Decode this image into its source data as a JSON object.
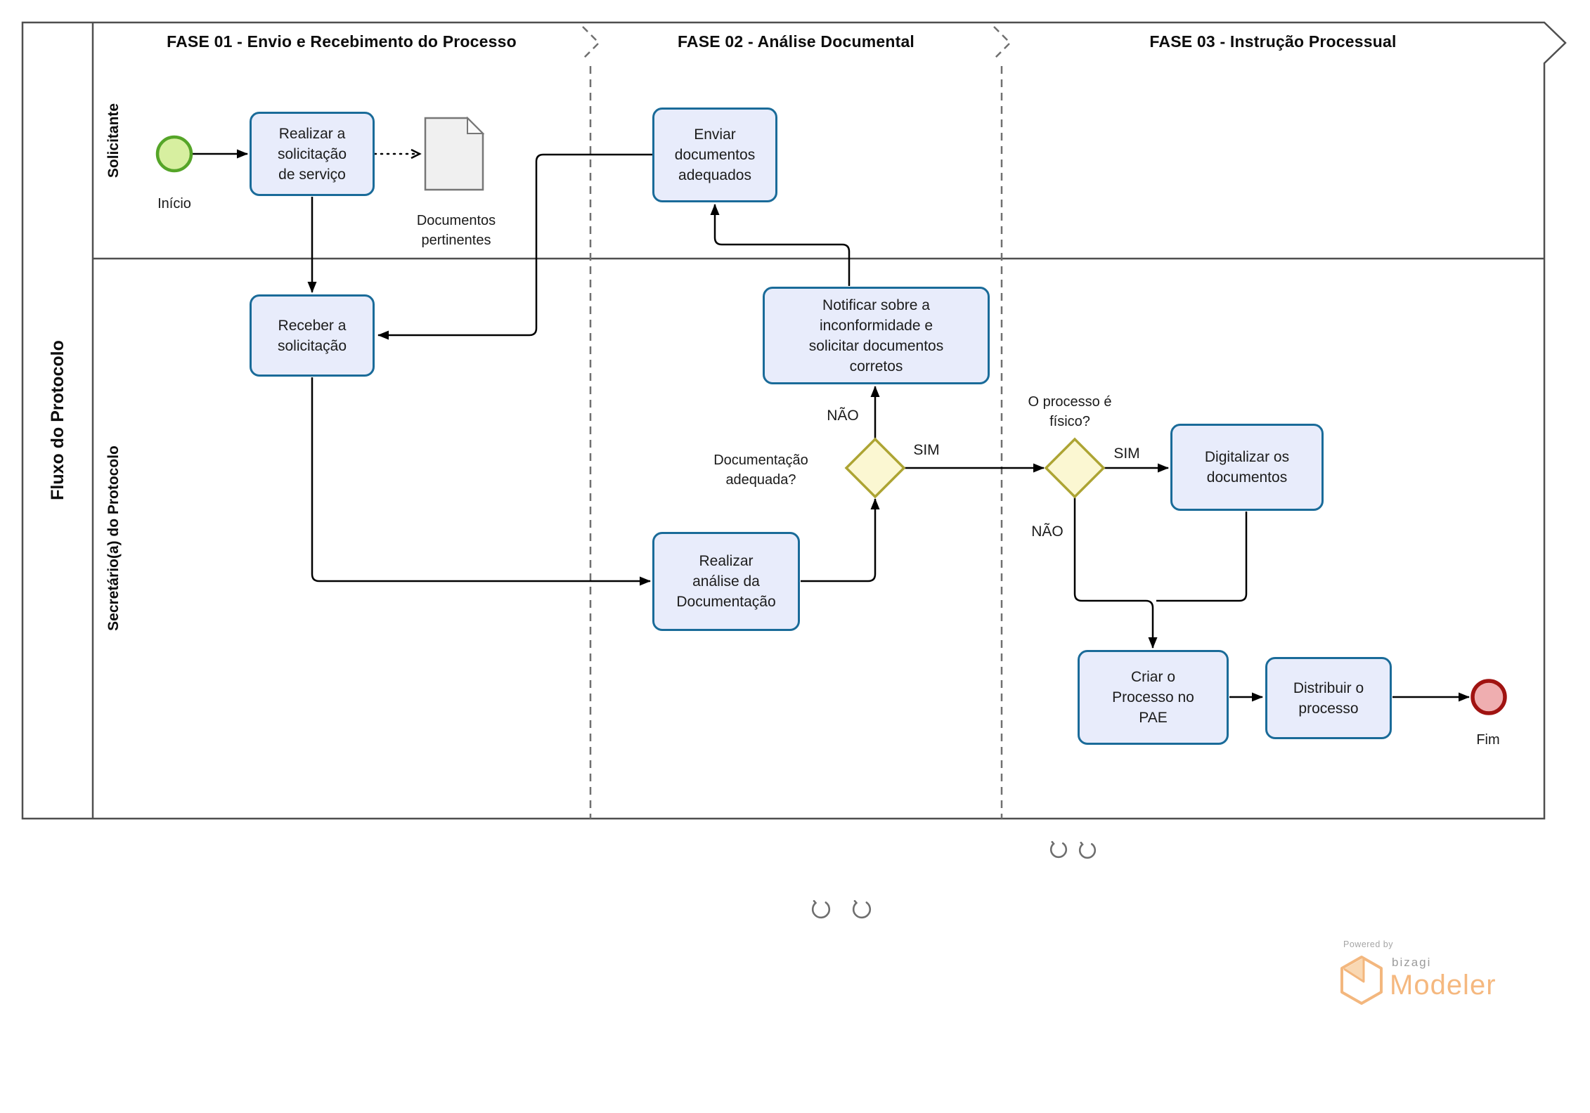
{
  "pool": {
    "title": "Fluxo do Protocolo"
  },
  "lanes": [
    {
      "label": "Solicitante"
    },
    {
      "label": "Secretário(a) do Protocolo"
    }
  ],
  "phases": [
    {
      "label": "FASE 01 - Envio e Recebimento do Processo"
    },
    {
      "label": "FASE 02 - Análise Documental"
    },
    {
      "label": "FASE 03 - Instrução Processual"
    }
  ],
  "events": {
    "start": {
      "label": "Início"
    },
    "end": {
      "label": "Fim"
    }
  },
  "tasks": {
    "t1": {
      "lines": [
        "Realizar a",
        "solicitação",
        "de serviço"
      ]
    },
    "t2": {
      "lines": [
        "Receber a",
        "solicitação"
      ]
    },
    "t3": {
      "lines": [
        "Enviar",
        "documentos",
        "adequados"
      ]
    },
    "t4": {
      "lines": [
        "Notificar sobre a",
        "inconformidade e",
        "solicitar documentos",
        "corretos"
      ]
    },
    "t5": {
      "lines": [
        "Realizar",
        "análise da",
        "Documentação"
      ]
    },
    "t6": {
      "lines": [
        "Digitalizar os",
        "documentos"
      ]
    },
    "t7": {
      "lines": [
        "Criar o",
        "Processo no",
        "PAE"
      ]
    },
    "t8": {
      "lines": [
        "Distribuir o",
        "processo"
      ]
    }
  },
  "artifacts": {
    "document": {
      "label_lines": [
        "Documentos",
        "pertinentes"
      ]
    }
  },
  "gateways": {
    "g1": {
      "question_lines": [
        "Documentação",
        "adequada?"
      ],
      "yes": "SIM",
      "no": "NÃO"
    },
    "g2": {
      "question_lines": [
        "O processo é",
        "físico?"
      ],
      "yes": "SIM",
      "no": "NÃO"
    }
  },
  "branding": {
    "powered_by": "Powered by",
    "brand": "bizagi",
    "product": "Modeler"
  },
  "colors": {
    "task_fill": "#e8ecfb",
    "task_border": "#1a6b99",
    "gateway_fill": "#fbf7d2",
    "gateway_border": "#ada433",
    "start_fill": "#d7efa0",
    "start_border": "#55a528",
    "end_fill": "#efaeb0",
    "end_border": "#a01311",
    "pool_border": "#4f4f4f",
    "brand_orange": "#f5b87f"
  }
}
